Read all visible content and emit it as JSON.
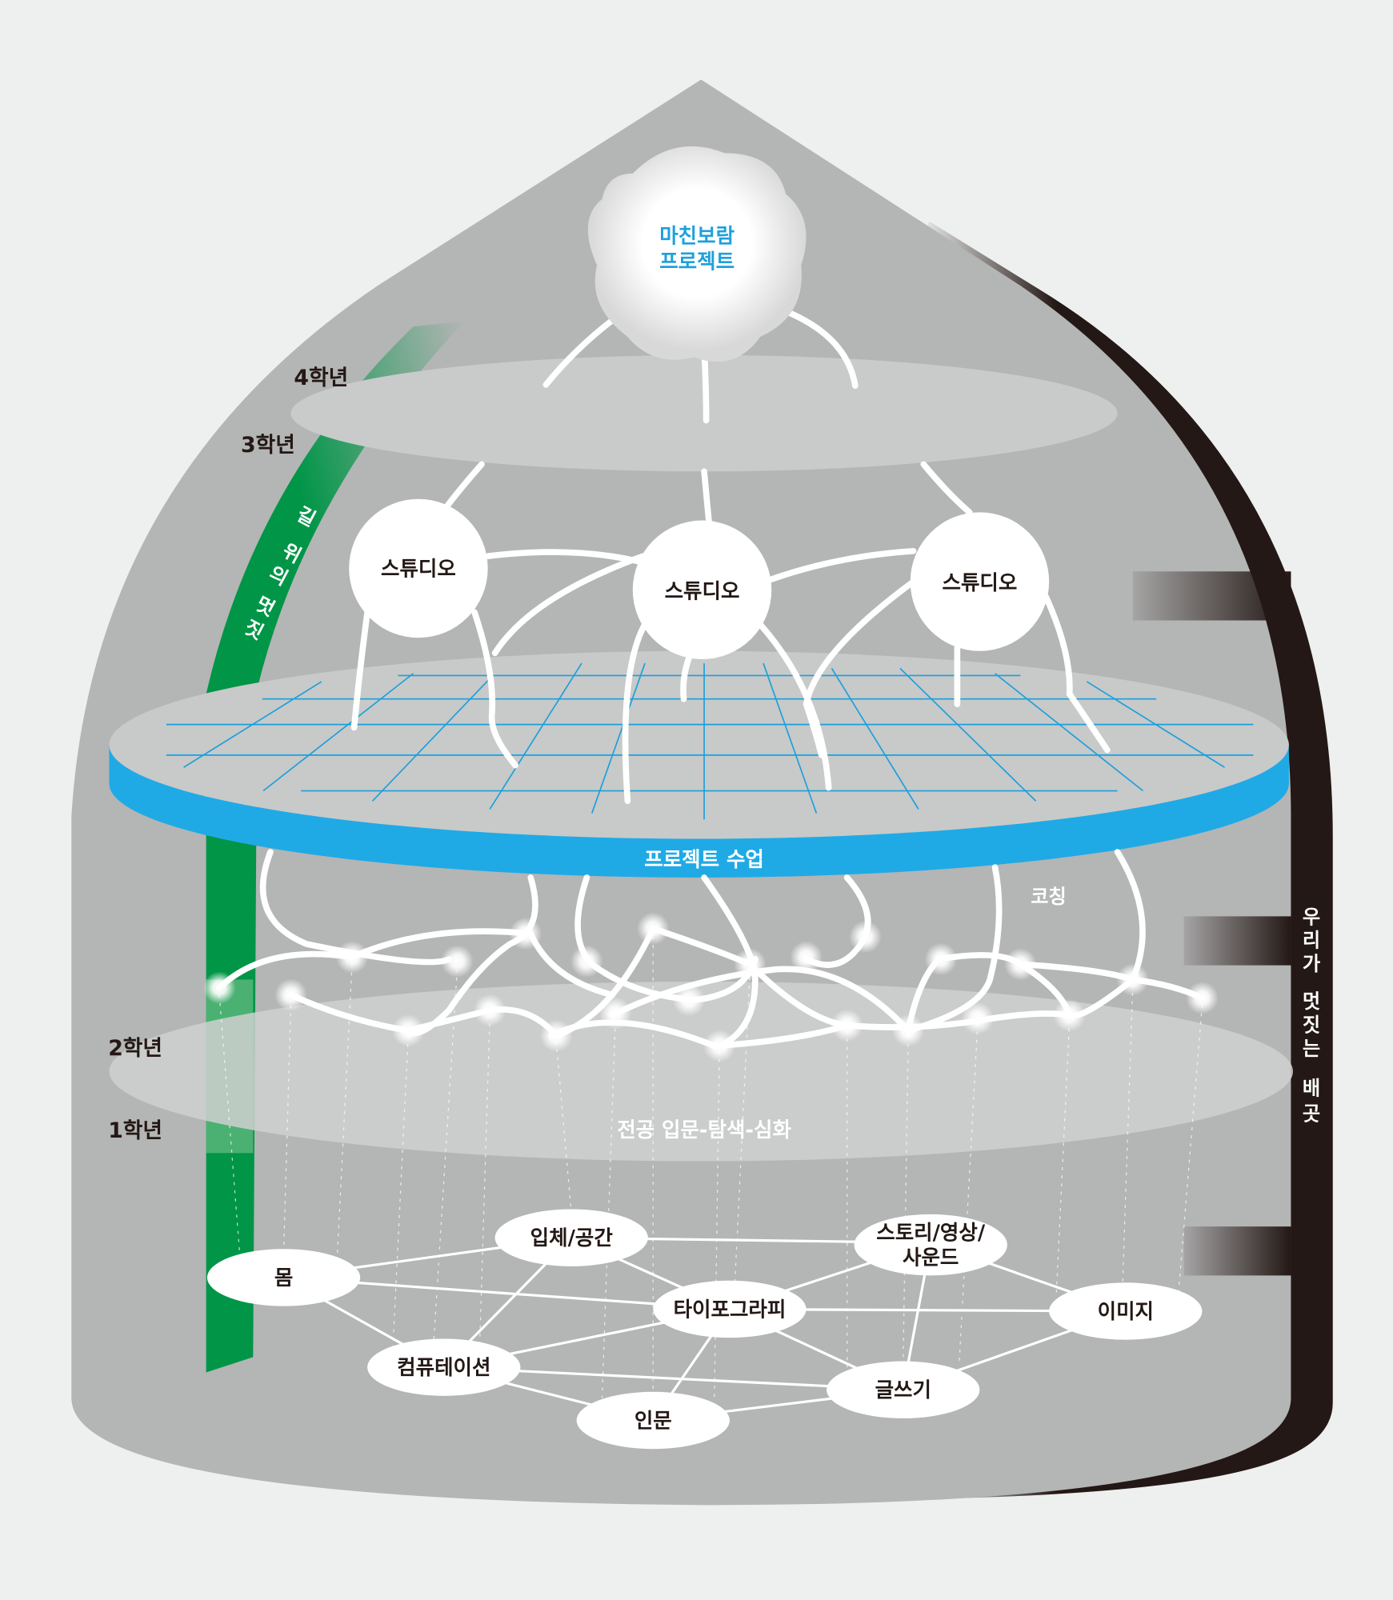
{
  "capstone": {
    "line1": "마친보람",
    "line2": "프로젝트"
  },
  "years": {
    "y4": "4학년",
    "y3": "3학년",
    "y2": "2학년",
    "y1": "1학년"
  },
  "studios": [
    "스튜디오",
    "스튜디오",
    "스튜디오"
  ],
  "project_class": "프로젝트 수업",
  "coaching": "코칭",
  "major_stage": "전공 입문-탐색-심화",
  "left_band": [
    "길",
    "위",
    "의",
    "멋",
    "짓"
  ],
  "right_band": [
    "우",
    "리",
    "가",
    "멋",
    "짓",
    "는",
    "배",
    "곳"
  ],
  "foundation_nodes": [
    "몸",
    "입체/공간",
    "스토리/영상/",
    "사운드",
    "타이포그라피",
    "이미지",
    "컴퓨테이션",
    "글쓰기",
    "인문"
  ],
  "colors": {
    "accent_blue": "#1ea0dc",
    "green": "#009547",
    "dark": "#231815",
    "dome": "#b4b5b5"
  }
}
